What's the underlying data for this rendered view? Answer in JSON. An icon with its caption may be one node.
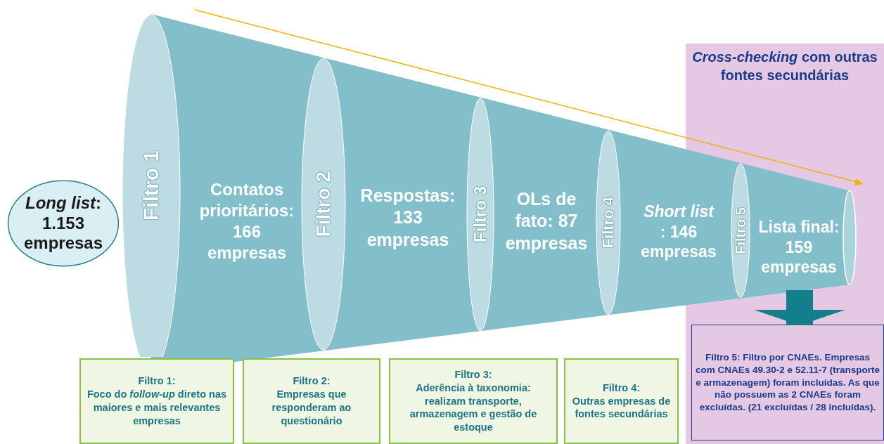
{
  "diagram": {
    "nodes": [
      {
        "text": [
          "*Long list*: 1.153 empresas"
        ]
      },
      {
        "text": [
          "Filtro 1"
        ]
      },
      {
        "text": [
          "Contatos prioritários: 166 empresas"
        ]
      },
      {
        "text": [
          "Filtro 2"
        ]
      },
      {
        "text": [
          "Respostas: 133 empresas"
        ]
      },
      {
        "text": [
          "Filtro 3"
        ]
      },
      {
        "text": [
          "OLs de fato: 87 empresas"
        ]
      },
      {
        "text": [
          "Filtro 4"
        ]
      },
      {
        "text": [
          "*Short list*: 146 empresas"
        ]
      },
      {
        "text": [
          "Filtro 5"
        ],
        "in": 11
      },
      {
        "text": [
          "Lista final: 159 empresas"
        ],
        "in": 11
      },
      {
        "text": [
          "*Cross-checking* com outras fontes secundárias"
        ]
      },
      {
        "text": [
          "Filtro 1:",
          "Foco do *follow-up* direto nas maiores e mais relevantes empresas"
        ]
      },
      {
        "text": [
          "Filtro 2:",
          "Empresas que responderam ao questionário"
        ]
      },
      {
        "text": [
          "Filtro 3:",
          "Aderência à taxonomia: realizam transporte, armazenagem e gestão de estoque"
        ]
      },
      {
        "text": [
          "Filtro 4:",
          "Outras empresas de fontes secundárias"
        ]
      },
      {
        "text": [
          "Filtro 5: Filtro por CNAEs. Empresas com CNAEs 49.30-2 e 52.11-7 (transporte e armazenagem) foram incluídas. As que não possuem as 2 CNAEs foram excluídas. (21 excluídas / 28 incluídas)."
        ],
        "in": 11
      }
    ],
    "edges": [
      {
        "from": 10,
        "to": 16,
        "arrow": "to"
      }
    ]
  }
}
